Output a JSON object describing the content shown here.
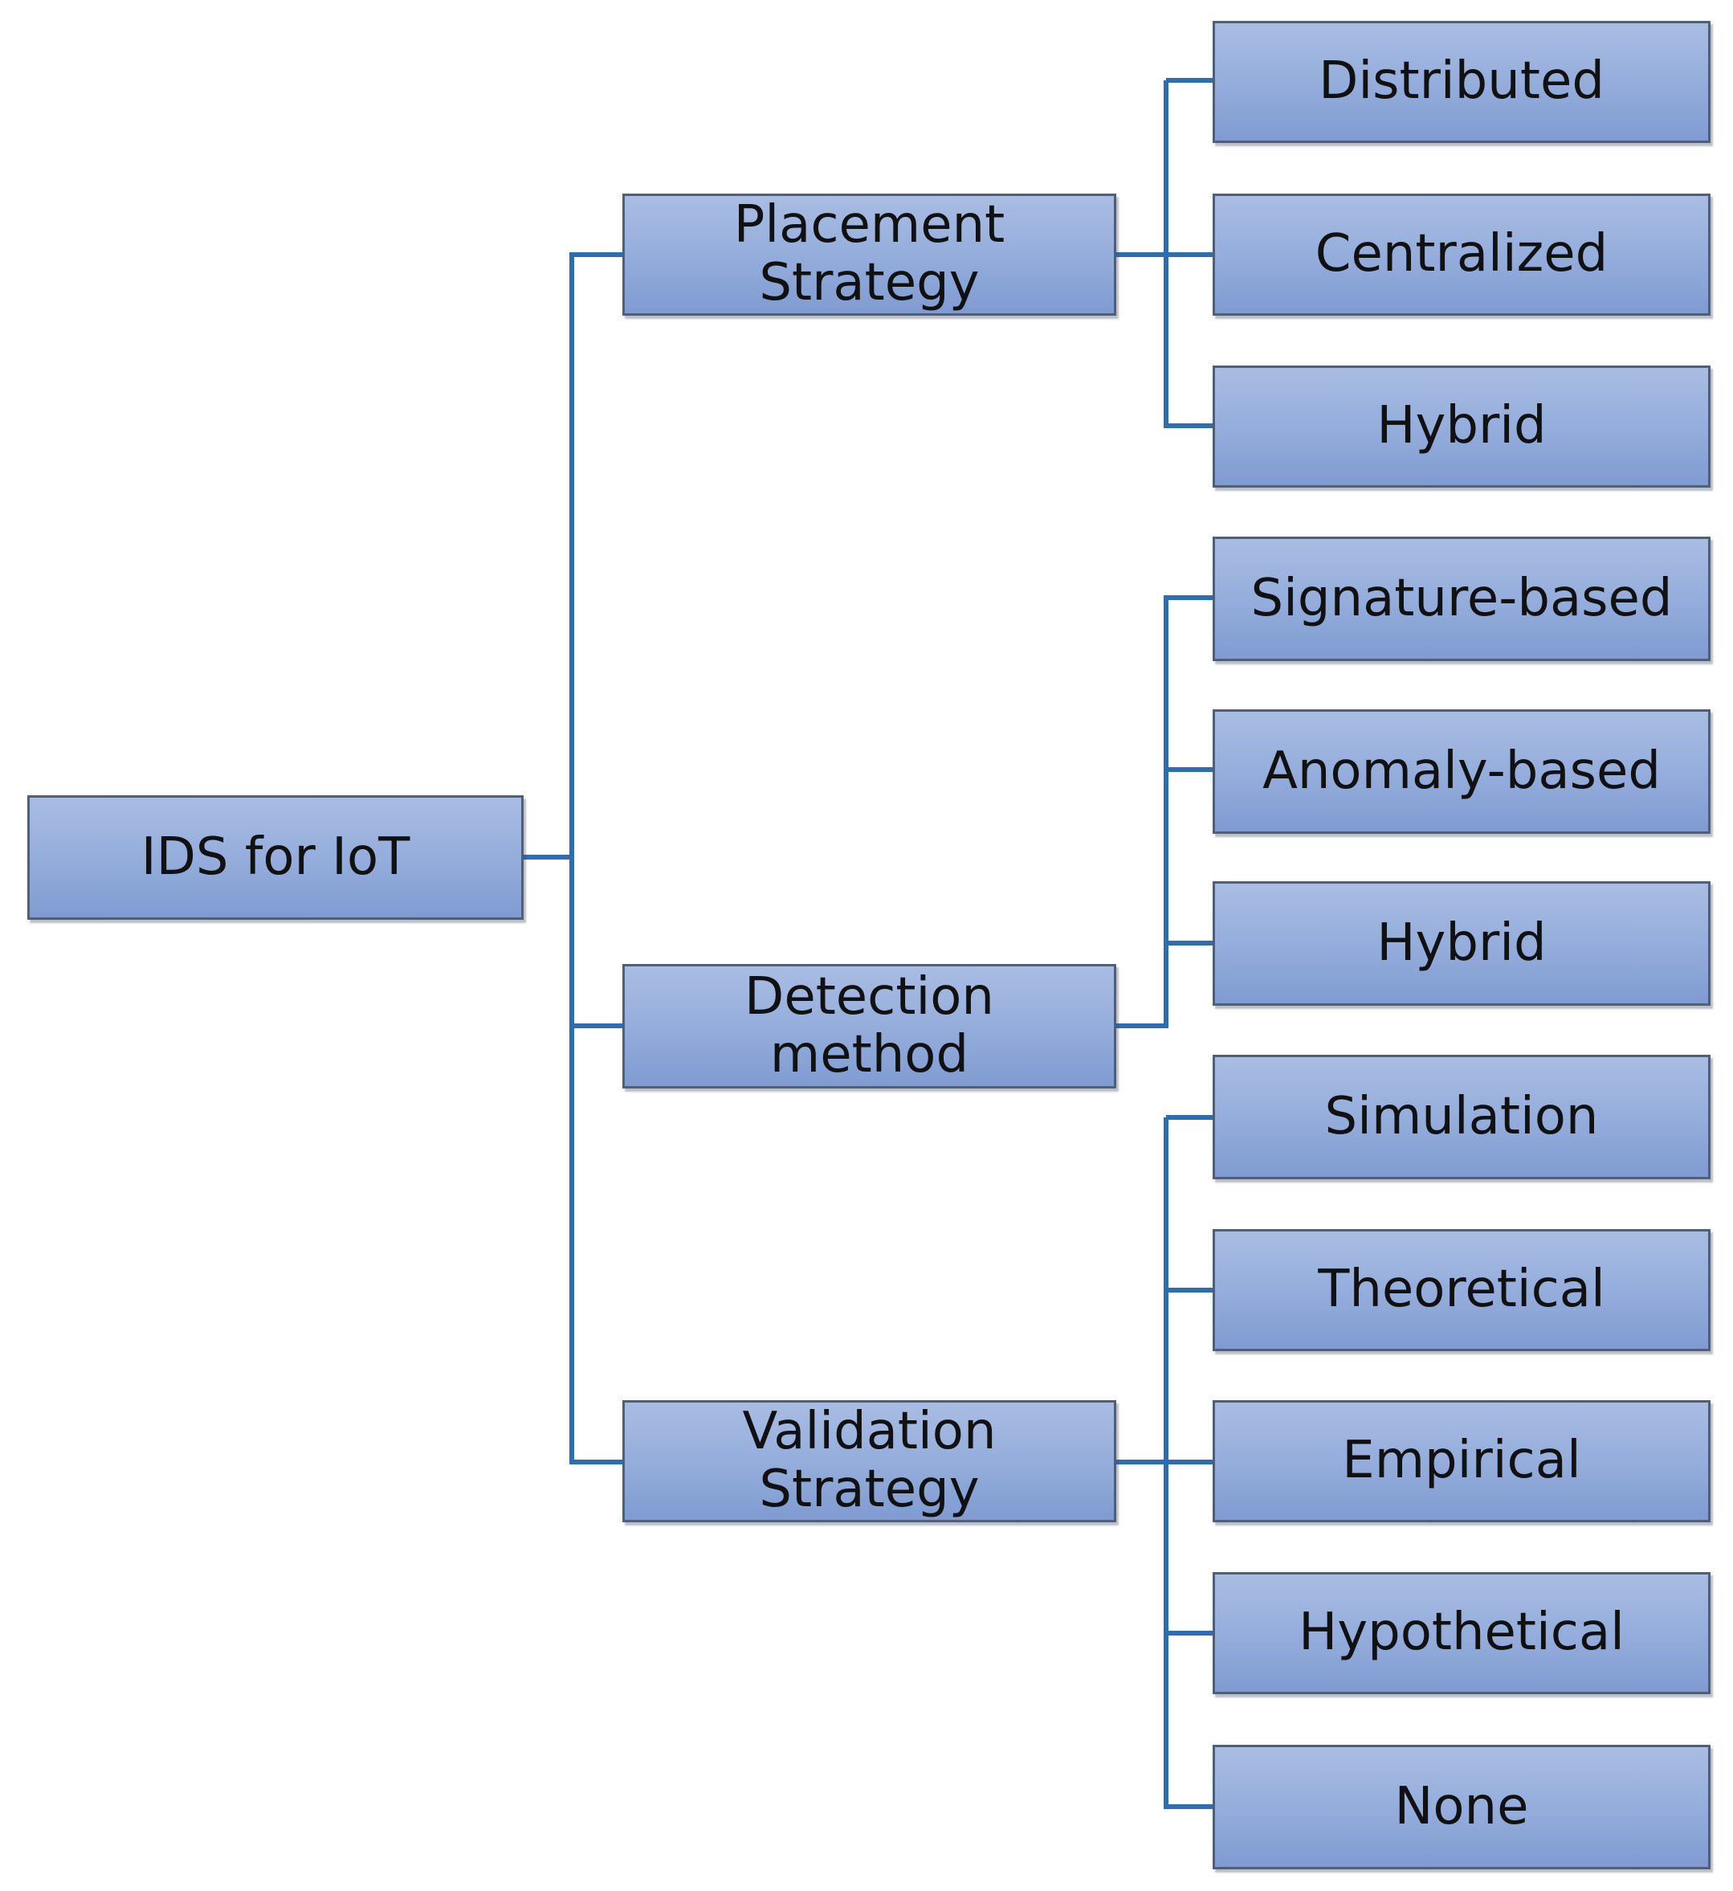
{
  "root": {
    "label": "IDS for IoT"
  },
  "categories": [
    {
      "label": "Placement\nStrategy",
      "children": [
        "Distributed",
        "Centralized",
        "Hybrid"
      ]
    },
    {
      "label": "Detection\nmethod",
      "children": [
        "Signature-based",
        "Anomaly-based",
        "Hybrid"
      ]
    },
    {
      "label": "Validation\nStrategy",
      "children": [
        "Simulation",
        "Theoretical",
        "Empirical",
        "Hypothetical",
        "None"
      ]
    }
  ],
  "colors": {
    "box_fill_top": "#a9bde3",
    "box_fill_bottom": "#7f9bd1",
    "box_border": "#4f5f78",
    "connector": "#2f6db3",
    "text": "#111111"
  }
}
